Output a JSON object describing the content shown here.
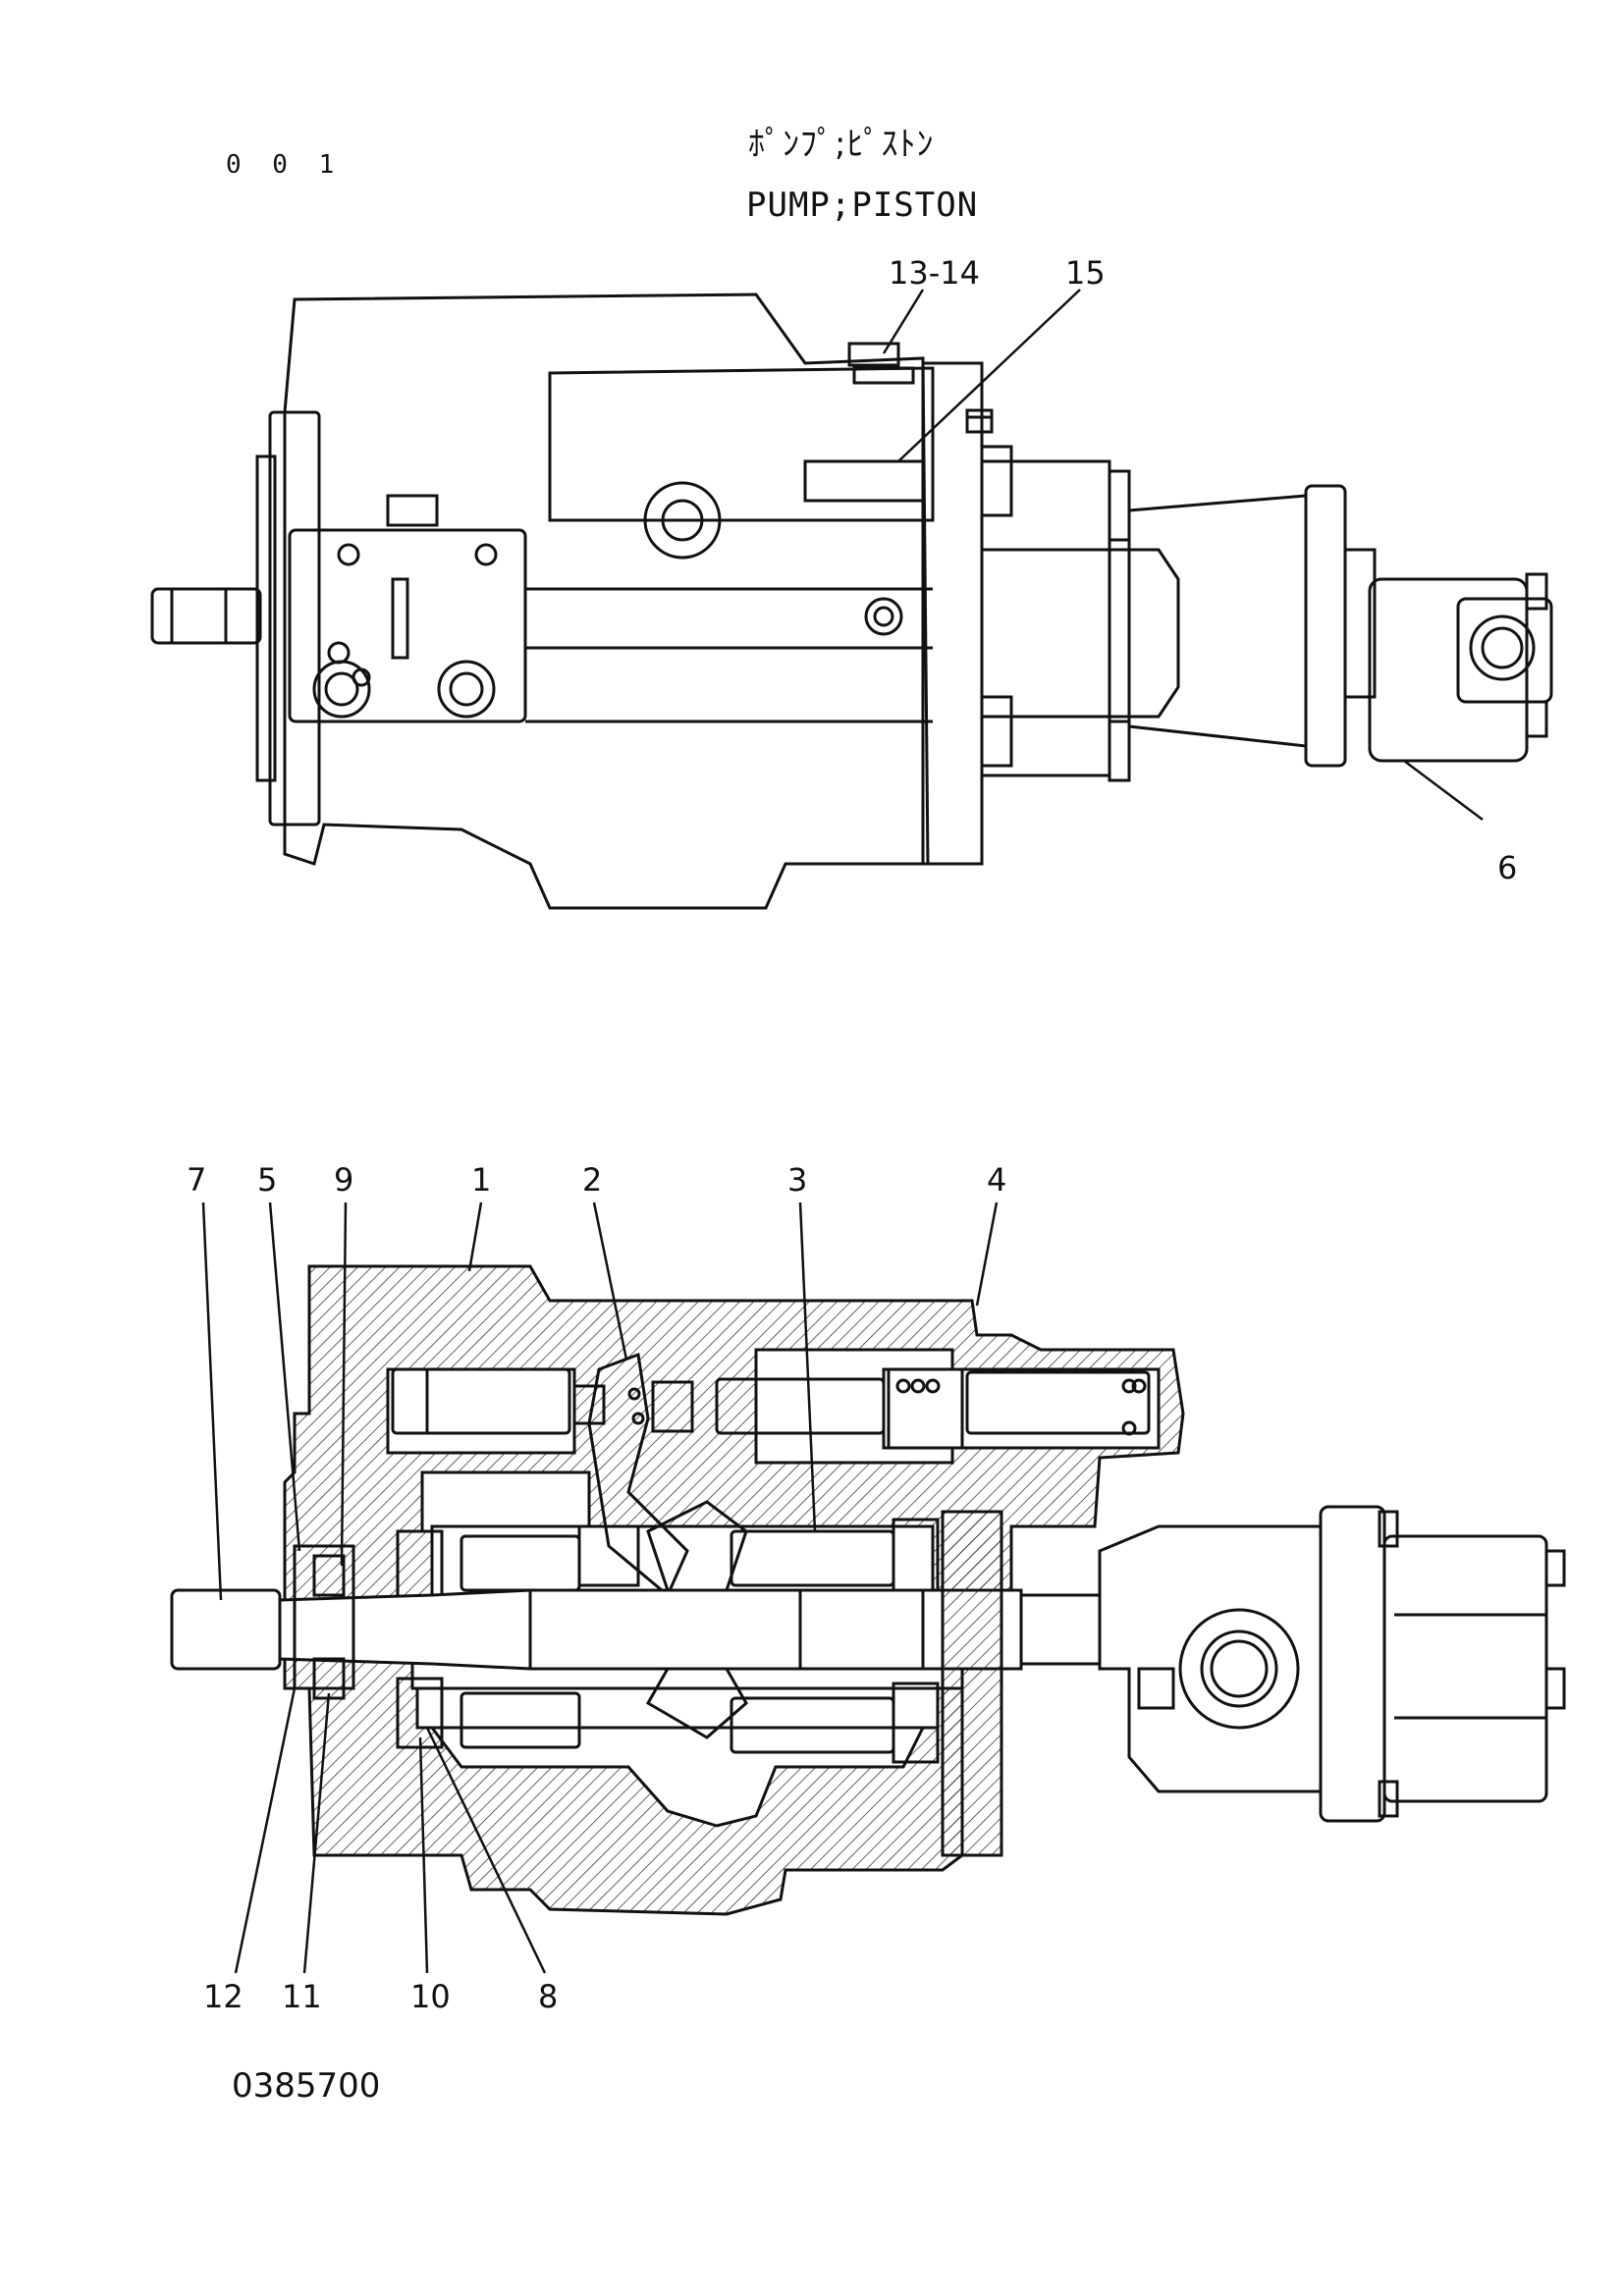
{
  "sheet_number": "0 0 1",
  "title_japanese": "ﾎﾟﾝﾌﾟ;ﾋﾟｽﾄﾝ",
  "title_english": "PUMP;PISTON",
  "drawing_number": "0385700",
  "top_view_callouts": [
    {
      "id": "c-13-14",
      "label": "13-14"
    },
    {
      "id": "c-15",
      "label": "15"
    },
    {
      "id": "c-6",
      "label": "6"
    }
  ],
  "section_view_callouts": [
    {
      "id": "c-7",
      "label": "7"
    },
    {
      "id": "c-5",
      "label": "5"
    },
    {
      "id": "c-9",
      "label": "9"
    },
    {
      "id": "c-1",
      "label": "1"
    },
    {
      "id": "c-2",
      "label": "2"
    },
    {
      "id": "c-3",
      "label": "3"
    },
    {
      "id": "c-4",
      "label": "4"
    },
    {
      "id": "c-12",
      "label": "12"
    },
    {
      "id": "c-11",
      "label": "11"
    },
    {
      "id": "c-10",
      "label": "10"
    },
    {
      "id": "c-8",
      "label": "8"
    }
  ]
}
